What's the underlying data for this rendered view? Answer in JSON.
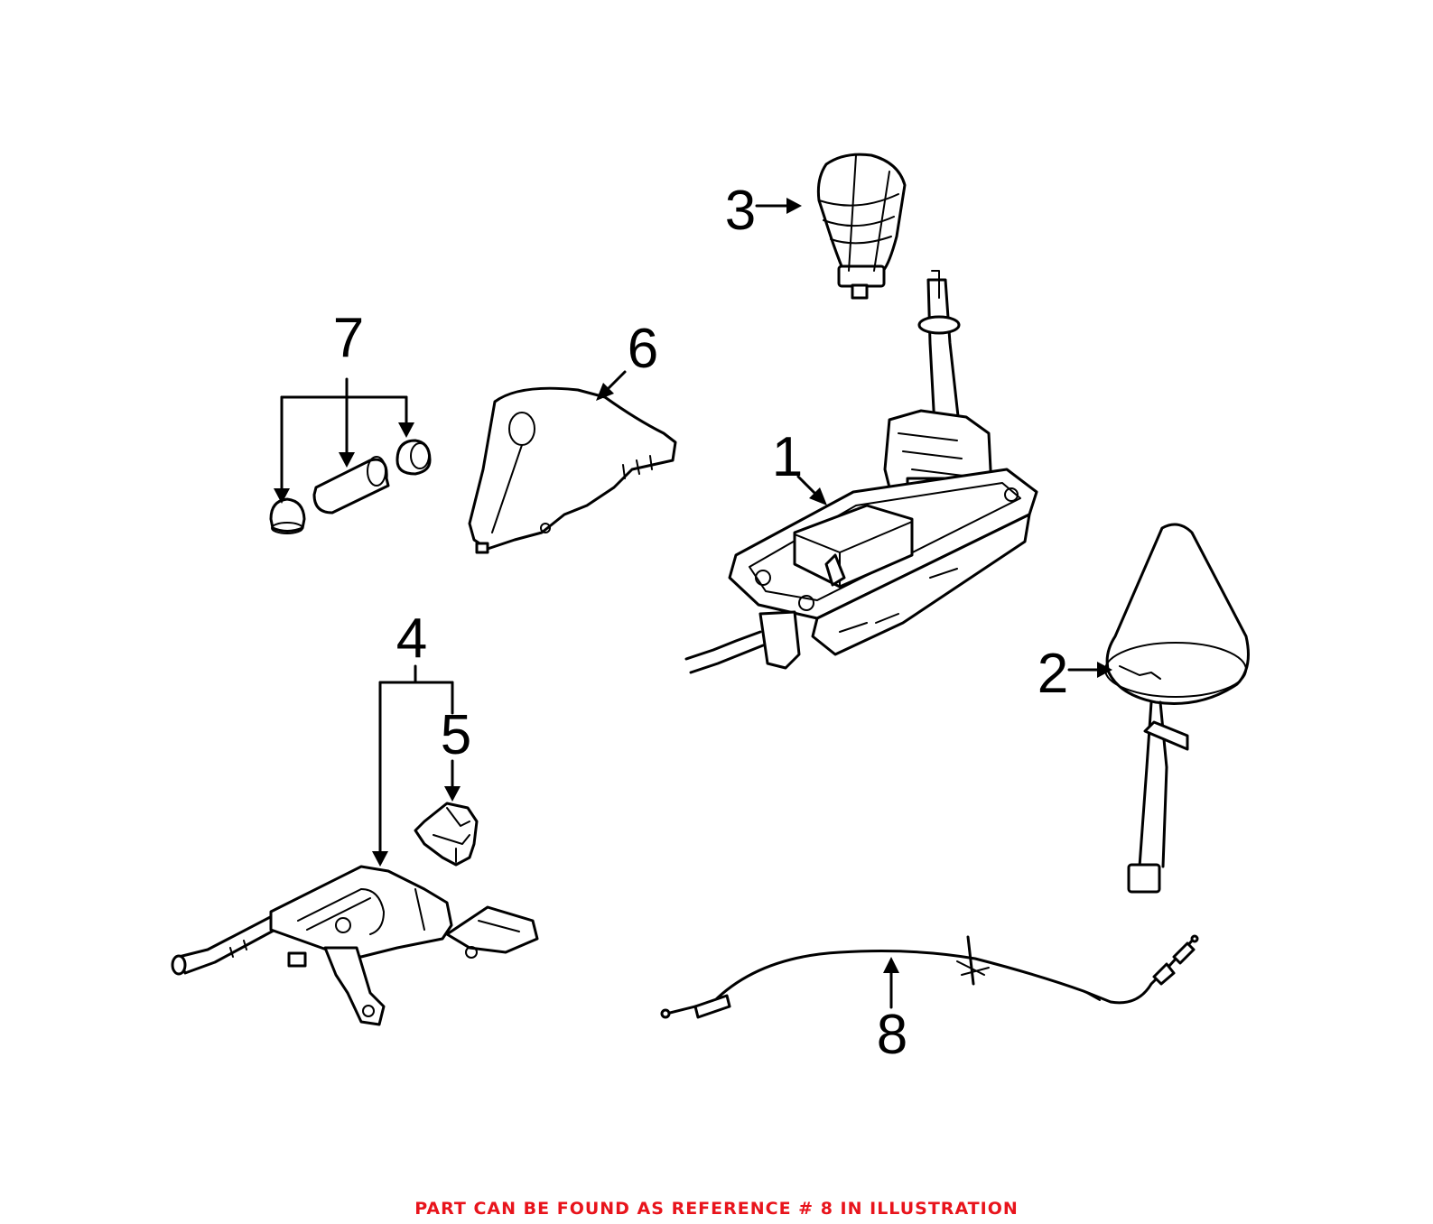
{
  "callouts": {
    "c1": "1",
    "c2": "2",
    "c3": "3",
    "c4": "4",
    "c5": "5",
    "c6": "6",
    "c7": "7",
    "c8": "8"
  },
  "footer": {
    "note": "PART CAN BE FOUND AS REFERENCE # 8 IN ILLUSTRATION",
    "note_color": "#e8141c"
  },
  "colors": {
    "line": "#000000",
    "background": "#ffffff"
  }
}
